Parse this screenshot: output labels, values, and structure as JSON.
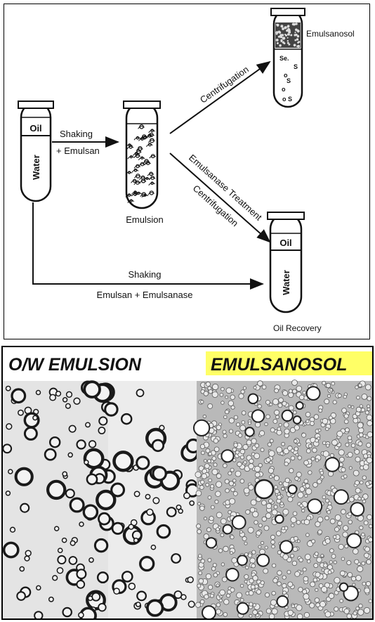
{
  "diagram": {
    "tube_water": {
      "top_label": "Oil",
      "bottom_label": "Water"
    },
    "arrow_shaking": {
      "line1": "Shaking",
      "line2": "+ Emulsan"
    },
    "emulsion_label": "Emulsion",
    "arrow_centrifugation": "Centrifugation",
    "emulsanosol_label": "Emulsanosol",
    "emulsanosol_marks": [
      "Se.",
      "S",
      "o",
      "S",
      "o",
      "o S"
    ],
    "arrow_emulsanase": {
      "line1": "Emulsanase Treatment",
      "line2": "Centrifugation"
    },
    "arrow_bottom": {
      "line1": "Shaking",
      "line2": "Emulsan + Emulsanase"
    },
    "tube_recovery": {
      "top_label": "Oil",
      "bottom_label": "Water"
    },
    "oil_recovery_label": "Oil Recovery"
  },
  "photo": {
    "left_title": "O/W EMULSION",
    "right_title": "EMULSANOSOL",
    "right_title_highlight": "#ffff66"
  }
}
